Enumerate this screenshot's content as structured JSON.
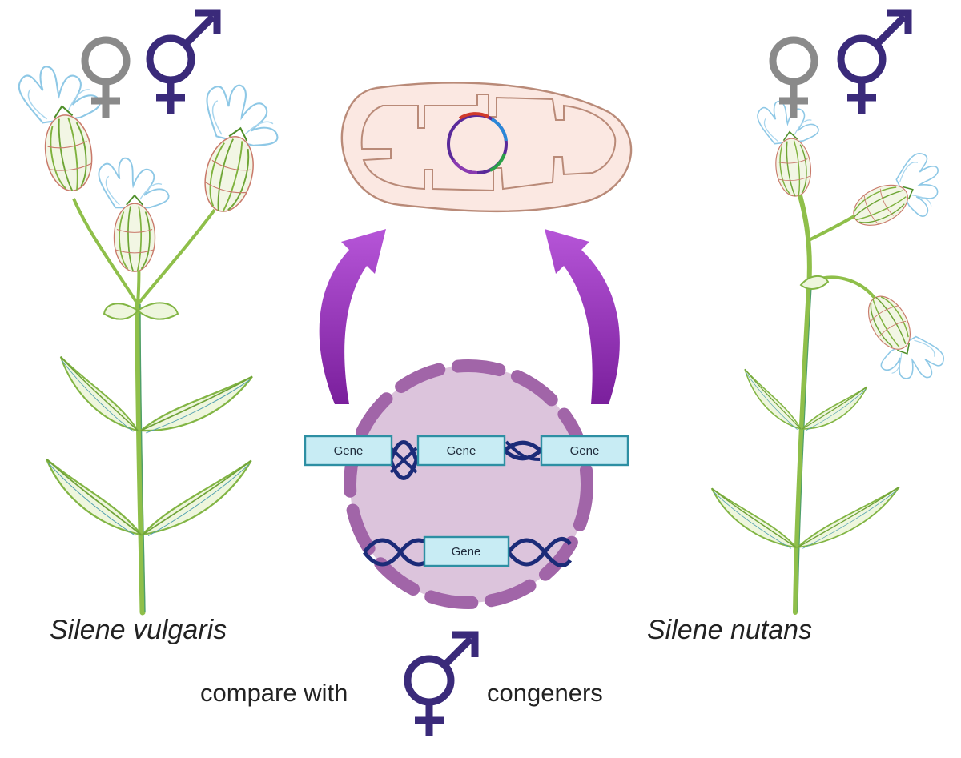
{
  "labels": {
    "species_left": "Silene vulgaris",
    "species_right": "Silene nutans",
    "caption_left": "compare with",
    "caption_right": "congeners",
    "gene": "Gene"
  },
  "symbols": {
    "female": "female-symbol",
    "hermaphrodite": "hermaphrodite-symbol"
  },
  "colors": {
    "female_symbol": "#8a8a8a",
    "hermaphrodite_symbol": "#3a2a7a",
    "arrow": "#8e2fb5",
    "nucleus_fill": "#dcc4dc",
    "nucleus_envelope": "#a165a8",
    "mito_fill": "#fbe8e2",
    "mito_stroke": "#b98a78",
    "gene_box": "#c8ecf4",
    "gene_border": "#2d8fa3",
    "dna": "#1b2b78",
    "stem": "#8fbf4a",
    "petal": "#8ec8e6"
  }
}
